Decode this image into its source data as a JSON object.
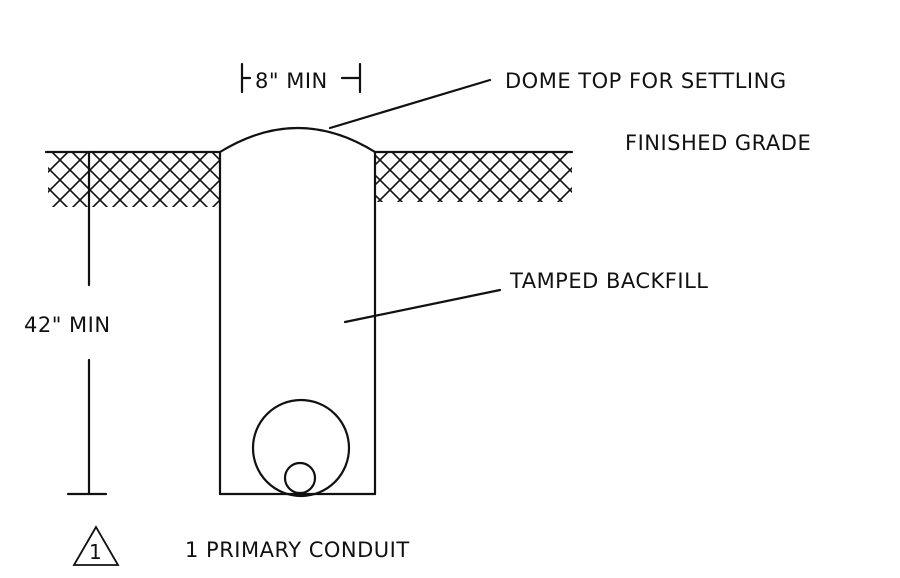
{
  "labels": {
    "width_dim": "8\" MIN",
    "depth_dim": "42\" MIN",
    "dome_note": "DOME TOP FOR SETTLING",
    "grade_note": "FINISHED GRADE",
    "backfill_note": "TAMPED BACKFILL",
    "conduit_note": "1 PRIMARY CONDUIT",
    "marker_number": "1"
  },
  "colors": {
    "ink": "#111111",
    "background": "#ffffff"
  }
}
